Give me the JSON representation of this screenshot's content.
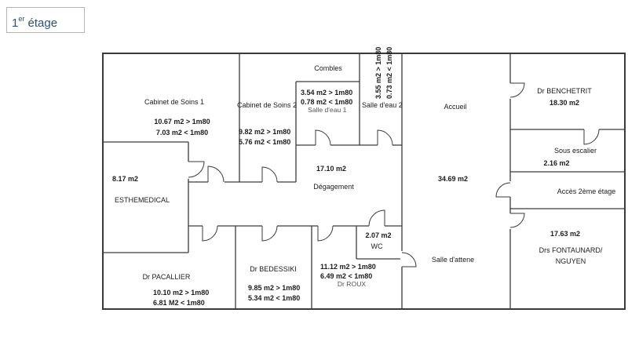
{
  "title": {
    "prefix": "1",
    "sup": "er",
    "suffix": " étage"
  },
  "rooms": {
    "cabinet_soins_1": {
      "name": "Cabinet de Soins 1",
      "area_high": "10.67 m2 > 1m80",
      "area_low": "7.03 m2 < 1m80"
    },
    "cabinet_soins_2": {
      "name": "Cabinet de Soins 2",
      "area_high": "9.82 m2 > 1m80",
      "area_low": "5.76 m2 < 1m80"
    },
    "combles": {
      "name": "Combles"
    },
    "salle_eau_1": {
      "name": "Salle d'eau 1",
      "area_high": "3.54 m2 > 1m80",
      "area_low": "0.78 m2 < 1m80"
    },
    "salle_eau_2": {
      "name": "Salle d'eau 2",
      "area_high": "3.55 m2 > 1m80",
      "area_low": "0.73 m2 < 1m80"
    },
    "esthemedical": {
      "name": "ESTHEMEDICAL",
      "area": "8.17 m2"
    },
    "degagement": {
      "name": "Dégagement",
      "area": "17.10 m2"
    },
    "wc": {
      "name": "WC",
      "area": "2.07 m2"
    },
    "dr_pacallier": {
      "name": "Dr PACALLIER",
      "area_high": "10.10 m2 > 1m80",
      "area_low": "6.81 M2 < 1m80"
    },
    "dr_bedessiki": {
      "name": "Dr BEDESSIKI",
      "area_high": "9.85 m2 > 1m80",
      "area_low": "5.34 m2 < 1m80"
    },
    "dr_roux": {
      "name": "Dr ROUX",
      "area_high": "11.12 m2 > 1m80",
      "area_low": "6.49 m2 < 1m80"
    },
    "accueil": {
      "name": "Accueil",
      "area": "34.69 m2",
      "secondary": "Salle d'attene"
    },
    "dr_benchetrit": {
      "name": "Dr BENCHETRIT",
      "area": "18.30 m2"
    },
    "sous_escalier": {
      "name": "Sous escalier",
      "area": "2.16 m2"
    },
    "acces_2eme": {
      "name": "Accès 2ème étage"
    },
    "drs_fontaunard": {
      "name_line1": "Drs FONTAUNARD/",
      "name_line2": "NGUYEN",
      "area": "17.63 m2"
    }
  }
}
